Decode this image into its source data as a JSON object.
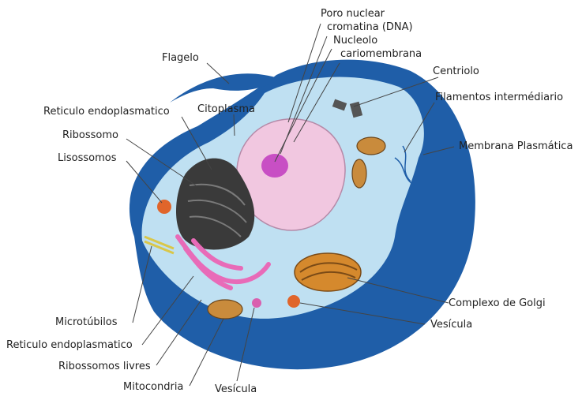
{
  "diagram": {
    "colors": {
      "membrane": "#1f5ea8",
      "cytoplasm": "#bfe0f2",
      "nucleus": "#f1c7e0",
      "nucleolus": "#c84fc4",
      "rough_er": "#3a3a3a",
      "smooth_er": "#e86bb8",
      "golgi": "#d5892d",
      "mitochondria": "#c98b3c",
      "lysosome": "#e0652b",
      "leader_line": "#444444"
    },
    "labels": {
      "poro_nuclear": "Poro nuclear",
      "cromatina": "cromatina (DNA)",
      "nucleolo": "Nucleolo",
      "cariomembrana": "cariomembrana",
      "flagelo": "Flagelo",
      "centriolo": "Centriolo",
      "filamentos": "Filamentos intermédiario",
      "reticulo_top": "Reticulo endoplasmatico",
      "citoplasma": "Citoplasma",
      "membrana_plasmatica": "Membrana Plasmática",
      "ribossomo": "Ribossomo",
      "lisossomos": "Lisossomos",
      "complexo_golgi": "Complexo de Golgi",
      "vesicula_right": "Vesícula",
      "microtubulos": "Microtúbilos",
      "reticulo_bottom": "Reticulo endoplasmatico",
      "ribossomos_livres": "Ribossomos livres",
      "mitocondria": "Mitocondria",
      "vesicula_bottom": "Vesícula"
    }
  }
}
